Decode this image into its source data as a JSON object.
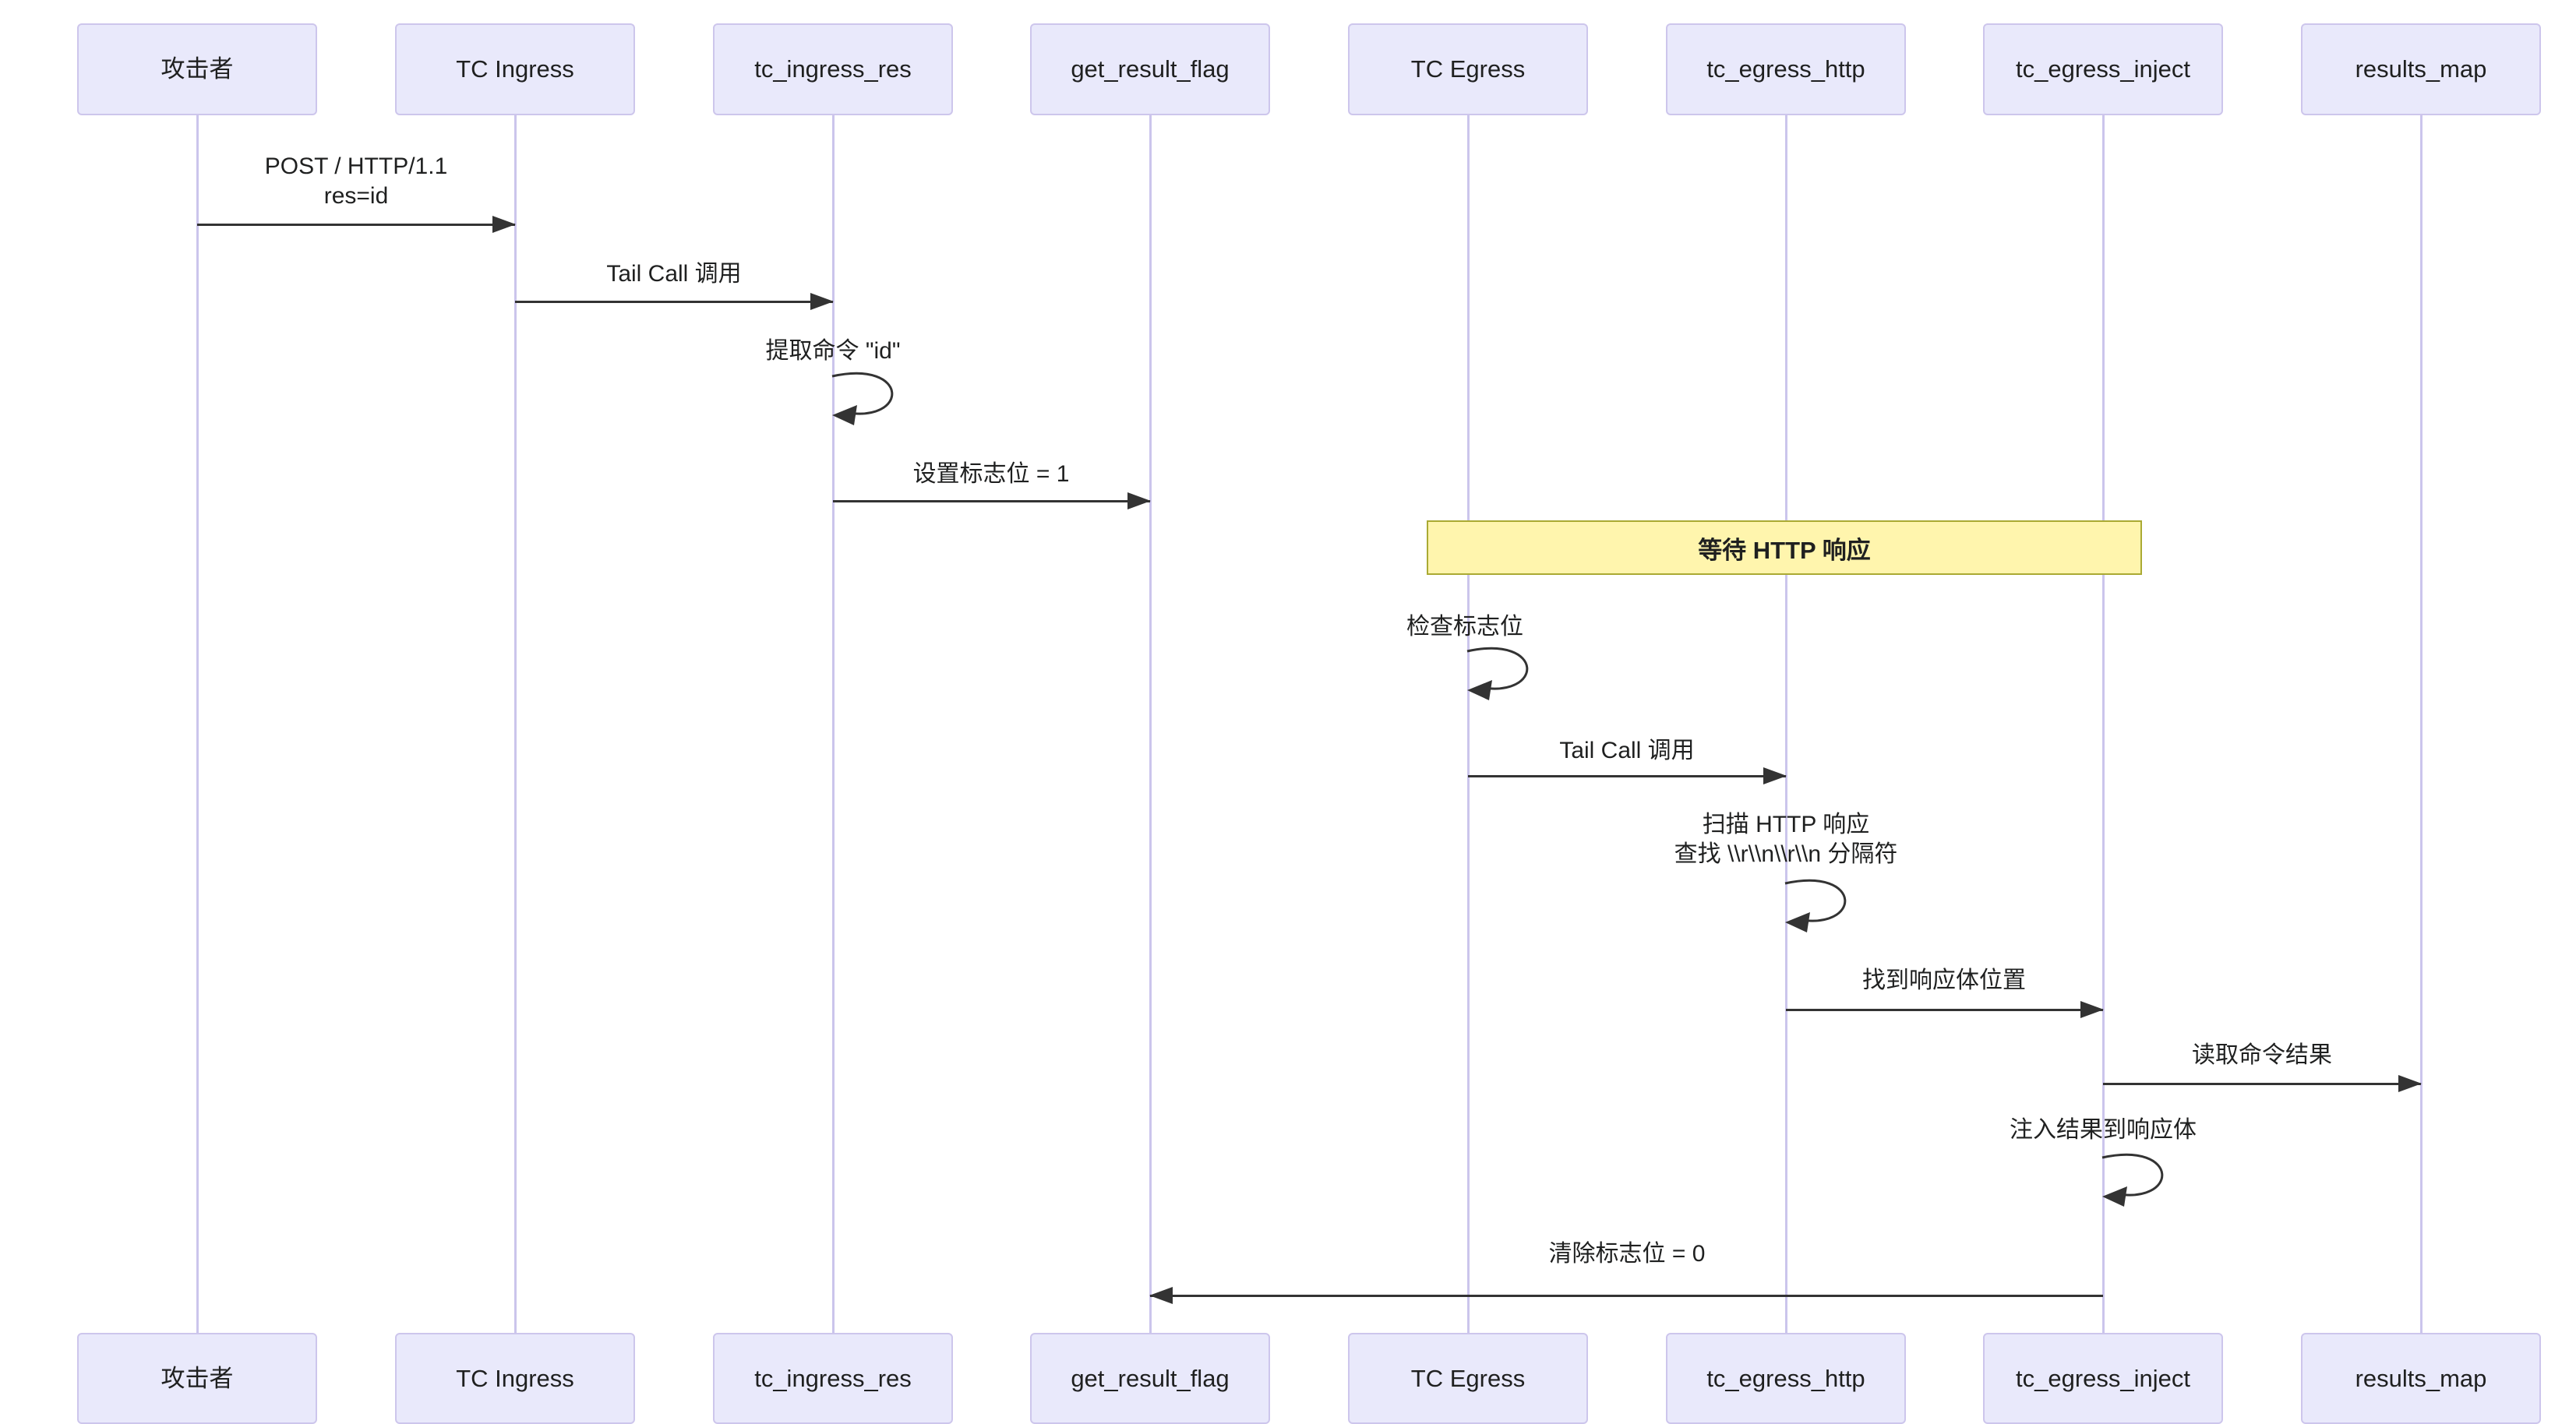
{
  "diagram": {
    "type": "sequence-diagram",
    "colors": {
      "background": "#ffffff",
      "actor_fill": "#E9E9FB",
      "actor_border": "#CDC6EC",
      "lifeline": "#CBC5EC",
      "arrow": "#333333",
      "text": "#1f2020",
      "note_fill": "#FFF5AD",
      "note_border": "#AAAA33"
    },
    "actors": [
      {
        "label": "攻击者"
      },
      {
        "label": "TC Ingress"
      },
      {
        "label": "tc_ingress_res"
      },
      {
        "label": "get_result_flag"
      },
      {
        "label": "TC Egress"
      },
      {
        "label": "tc_egress_http"
      },
      {
        "label": "tc_egress_inject"
      },
      {
        "label": "results_map"
      }
    ],
    "messages": [
      {
        "from": "攻击者",
        "to": "TC Ingress",
        "kind": "arrow",
        "lines": [
          "POST / HTTP/1.1",
          "res=id"
        ]
      },
      {
        "from": "TC Ingress",
        "to": "tc_ingress_res",
        "kind": "arrow",
        "lines": [
          "Tail Call 调用"
        ]
      },
      {
        "from": "tc_ingress_res",
        "to": "tc_ingress_res",
        "kind": "self",
        "lines": [
          "提取命令 \"id\""
        ]
      },
      {
        "from": "tc_ingress_res",
        "to": "get_result_flag",
        "kind": "arrow",
        "lines": [
          "设置标志位 = 1"
        ]
      },
      {
        "from": "TC Egress",
        "to": "TC Egress",
        "kind": "self",
        "lines": [
          "检查标志位"
        ]
      },
      {
        "from": "TC Egress",
        "to": "tc_egress_http",
        "kind": "arrow",
        "lines": [
          "Tail Call 调用"
        ]
      },
      {
        "from": "tc_egress_http",
        "to": "tc_egress_http",
        "kind": "self",
        "lines": [
          "扫描 HTTP 响应",
          "查找 \\\\r\\\\n\\\\r\\\\n 分隔符"
        ]
      },
      {
        "from": "tc_egress_http",
        "to": "tc_egress_inject",
        "kind": "arrow",
        "lines": [
          "找到响应体位置"
        ]
      },
      {
        "from": "tc_egress_inject",
        "to": "results_map",
        "kind": "arrow",
        "lines": [
          "读取命令结果"
        ]
      },
      {
        "from": "tc_egress_inject",
        "to": "tc_egress_inject",
        "kind": "self",
        "lines": [
          "注入结果到响应体"
        ]
      },
      {
        "from": "tc_egress_inject",
        "to": "get_result_flag",
        "kind": "arrow",
        "lines": [
          "清除标志位 = 0"
        ]
      }
    ],
    "note": {
      "text": "等待 HTTP 响应",
      "over": [
        "TC Egress",
        "tc_egress_inject"
      ]
    }
  }
}
